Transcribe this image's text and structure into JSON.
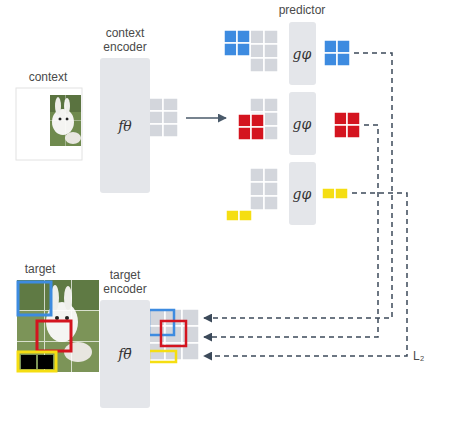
{
  "diagram": {
    "nodes": [
      {
        "text": [
          "context encoder",
          "fθ"
        ]
      },
      {
        "text": [
          "gφ"
        ]
      },
      {
        "text": [
          "gφ"
        ]
      },
      {
        "text": [
          "gφ"
        ]
      },
      {
        "text": [
          "target encoder",
          "fθ̄"
        ]
      }
    ],
    "labels": [
      "predictor",
      "context",
      "target",
      "L₂"
    ]
  }
}
